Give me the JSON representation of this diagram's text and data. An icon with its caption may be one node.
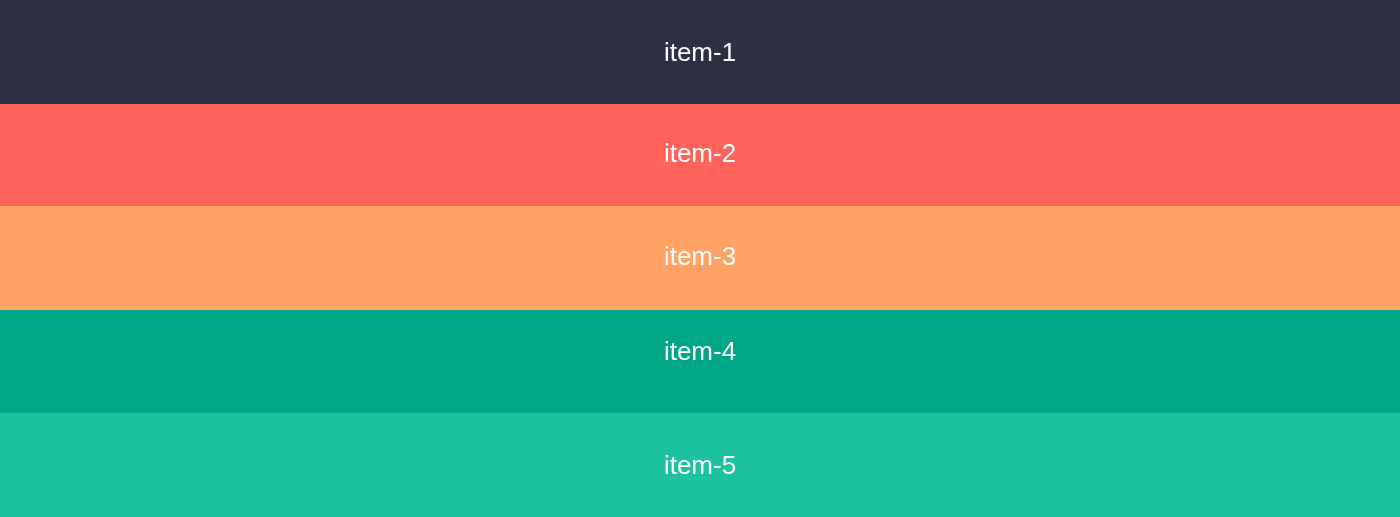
{
  "diagram": {
    "nodes": [
      {
        "text": [
          "item-1"
        ]
      },
      {
        "text": [
          "item-2"
        ]
      },
      {
        "text": [
          "item-3"
        ]
      },
      {
        "text": [
          "item-4"
        ]
      },
      {
        "text": [
          "item-5"
        ]
      }
    ]
  }
}
